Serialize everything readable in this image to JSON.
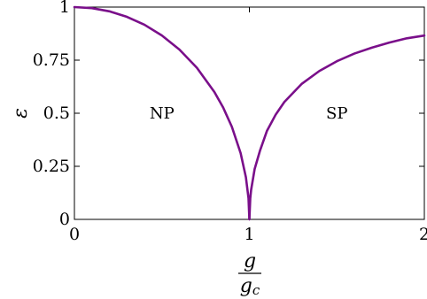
{
  "chart_data": {
    "type": "line",
    "xlabel": {
      "numerator": "g",
      "denominator_base": "g",
      "denominator_sub": "c"
    },
    "ylabel": "ε",
    "xlim": [
      0,
      2
    ],
    "ylim": [
      0,
      1
    ],
    "x_ticks": [
      0,
      1,
      2
    ],
    "x_tick_labels": [
      "0",
      "1",
      "2"
    ],
    "y_ticks": [
      0,
      0.25,
      0.5,
      0.75,
      1
    ],
    "y_tick_labels": [
      "0",
      "0.25",
      "0.5",
      "0.75",
      "1"
    ],
    "grid": false,
    "legend": "none",
    "annotations": [
      {
        "text": "NP",
        "x": 0.5,
        "y": 0.5
      },
      {
        "text": "SP",
        "x": 1.5,
        "y": 0.5
      }
    ],
    "series": [
      {
        "color": "#7a0f8a",
        "x": [
          0,
          0.1,
          0.2,
          0.3,
          0.4,
          0.5,
          0.6,
          0.7,
          0.8,
          0.85,
          0.9,
          0.95,
          0.98,
          0.995,
          1.0
        ],
        "y": [
          1.0,
          0.995,
          0.98,
          0.954,
          0.917,
          0.866,
          0.8,
          0.714,
          0.6,
          0.527,
          0.436,
          0.312,
          0.199,
          0.1,
          0.0
        ]
      },
      {
        "color": "#7a0f8a",
        "x": [
          1.0,
          1.005,
          1.01,
          1.03,
          1.06,
          1.1,
          1.15,
          1.2,
          1.3,
          1.4,
          1.5,
          1.6,
          1.7,
          1.8,
          1.9,
          2.0
        ],
        "y": [
          0.0,
          0.099,
          0.139,
          0.237,
          0.322,
          0.416,
          0.493,
          0.553,
          0.639,
          0.699,
          0.745,
          0.781,
          0.809,
          0.833,
          0.853,
          0.866
        ]
      }
    ]
  }
}
